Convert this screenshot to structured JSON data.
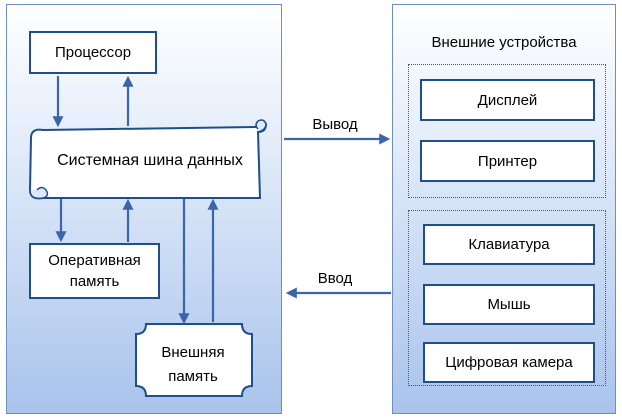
{
  "computer": {
    "processor": "Процессор",
    "bus": "Системная шина данных",
    "ram": [
      "Оперативная",
      "память"
    ],
    "external_memory": [
      "Внешняя",
      "память"
    ]
  },
  "connections": {
    "output": "Вывод",
    "input": "Ввод"
  },
  "devices": {
    "title": "Внешние устройства",
    "output_devices": [
      "Дисплей",
      "Принтер"
    ],
    "input_devices": [
      "Клавиатура",
      "Мышь",
      "Цифровая камера"
    ]
  },
  "colors": {
    "box_border": "#1f4e8c",
    "arrow": "#3c64a8",
    "panel_bottom": "#a9c3ec"
  }
}
